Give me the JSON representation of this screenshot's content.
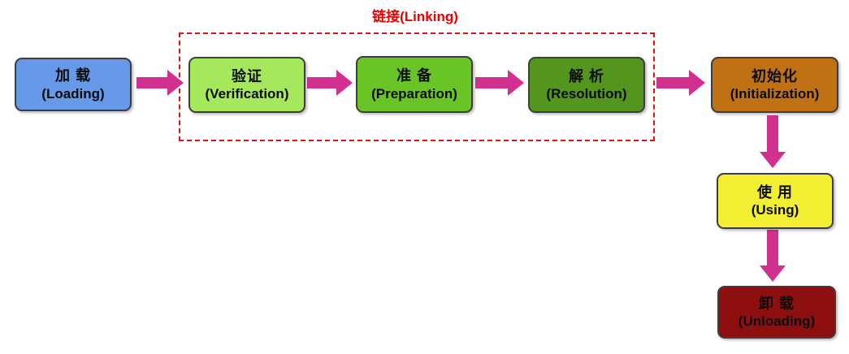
{
  "diagram_title": "链接(Linking)",
  "linking_group": {
    "label": "链接(Linking)",
    "label_color": "#ee0000",
    "border_color": "#e8100c",
    "members": [
      "验证 (Verification)",
      "准 备 (Preparation)",
      "解 析 (Resolution)"
    ]
  },
  "stages": [
    {
      "zh": "加 载",
      "en": "(Loading)",
      "color": "#6699e8"
    },
    {
      "zh": "验证",
      "en": "(Verification)",
      "color": "#a6e85c"
    },
    {
      "zh": "准 备",
      "en": "(Preparation)",
      "color": "#69c525"
    },
    {
      "zh": "解 析",
      "en": "(Resolution)",
      "color": "#54951d"
    },
    {
      "zh": "初始化",
      "en": "(Initialization)",
      "color": "#bf7113"
    },
    {
      "zh": "使 用",
      "en": "(Using)",
      "color": "#f2ef33"
    },
    {
      "zh": "卸 载",
      "en": "(Unloading)",
      "color": "#8e0f0f"
    }
  ],
  "flow_order": [
    "加载(Loading)",
    "验证(Verification)",
    "准备(Preparation)",
    "解析(Resolution)",
    "初始化(Initialization)",
    "使用(Using)",
    "卸载(Unloading)"
  ],
  "arrows": {
    "color": "#d2308e",
    "connections": [
      "Loading→Verification",
      "Verification→Preparation",
      "Preparation→Resolution",
      "Resolution→Initialization",
      "Initialization→Using",
      "Using→Unloading"
    ]
  },
  "text_color": "#0c0c0c",
  "box_border_color": "#3d3d3d"
}
